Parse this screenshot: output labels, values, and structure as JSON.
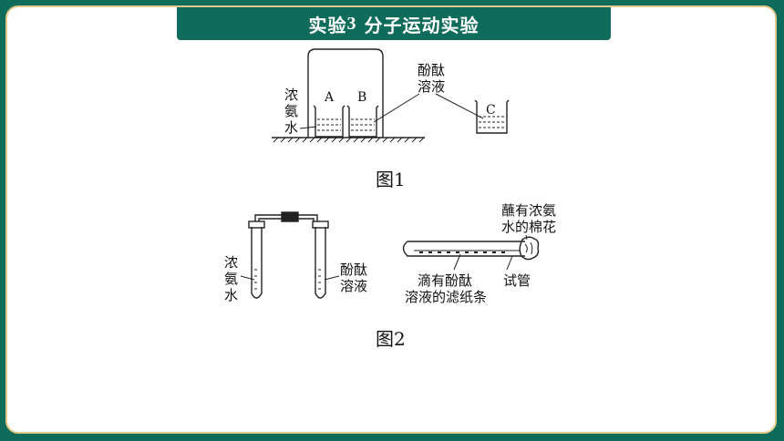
{
  "title": {
    "prefix": "实验",
    "number": "3",
    "subject": "分子运动实验"
  },
  "figure1": {
    "caption": "图1",
    "label_ammonia_lines": [
      "浓",
      "氨",
      "水"
    ],
    "beaker_a": "A",
    "beaker_b": "B",
    "beaker_c": "C",
    "label_phenol_lines": [
      "酚酞",
      "溶液"
    ]
  },
  "figure2": {
    "caption": "图2",
    "left_label_lines": [
      "浓",
      "氨",
      "水"
    ],
    "right_label_lines": [
      "酚酞",
      "溶液"
    ],
    "cotton_label_lines": [
      "蘸有浓氨",
      "水的棉花"
    ],
    "strip_label_lines": [
      "滴有酚酞",
      "溶液的滤纸条"
    ],
    "tube_label": "试管"
  },
  "colors": {
    "brand_green": "#0f6b5a",
    "border_gold": "#e3c98a"
  }
}
